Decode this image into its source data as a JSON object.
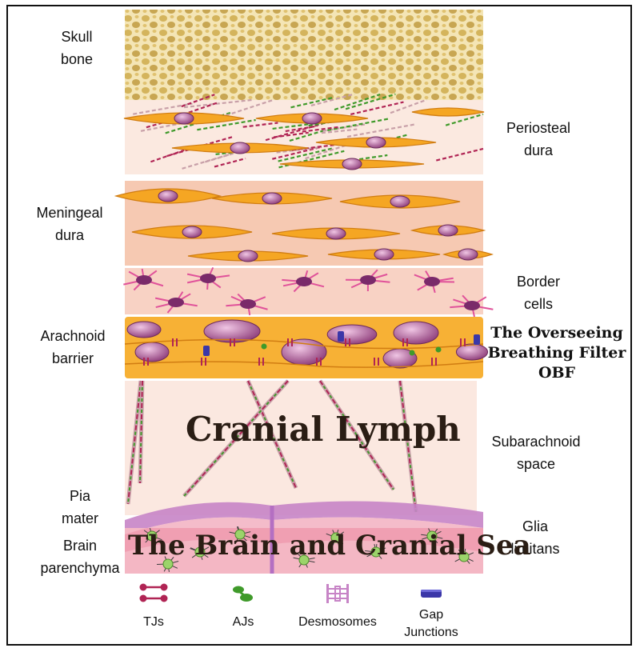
{
  "left_labels": {
    "skull_bone": [
      "Skull",
      "bone"
    ],
    "meningeal_dura": [
      "Meningeal",
      "dura"
    ],
    "arachnoid_barrier": [
      "Arachnoid",
      "barrier"
    ],
    "pia_mater": [
      "Pia",
      "mater"
    ],
    "brain_parenchyma": [
      "Brain",
      "parenchyma"
    ]
  },
  "right_labels": {
    "periosteal_dura": [
      "Periosteal",
      "dura"
    ],
    "border_cells": [
      "Border",
      "cells"
    ],
    "obf": [
      "The Overseeing",
      "Breathing Filter",
      "OBF"
    ],
    "subarachnoid_space": [
      "Subarachnoid",
      "space"
    ],
    "glia_limitans": [
      "Glia",
      "limitans"
    ]
  },
  "titles": {
    "cranial_lymph": "Cranial Lymph",
    "brain_sea": "The Brain and Cranial Sea"
  },
  "legend": {
    "tjs": "TJs",
    "ajs": "AJs",
    "desmosomes": "Desmosomes",
    "gap_junctions": [
      "Gap",
      "Junctions"
    ]
  },
  "colors": {
    "bone_bg": "#f6ecc4",
    "bone_spot": "#c9a23a",
    "periosteal_bg": "#fbe9e0",
    "meningeal_bg": "#f6c9b2",
    "border_bg": "#f8d2c4",
    "arachnoid_bg": "#f7b135",
    "subarachnoid_bg": "#fbe8e0",
    "brain_bg": "#f4b7c4",
    "cell_orange": "#f5a623",
    "nucleus": "#a04a8a",
    "tj_color": "#b02454",
    "aj_color": "#3f9a2a",
    "desmosome_color": "#c784c6",
    "gap_color": "#3b37a8"
  }
}
